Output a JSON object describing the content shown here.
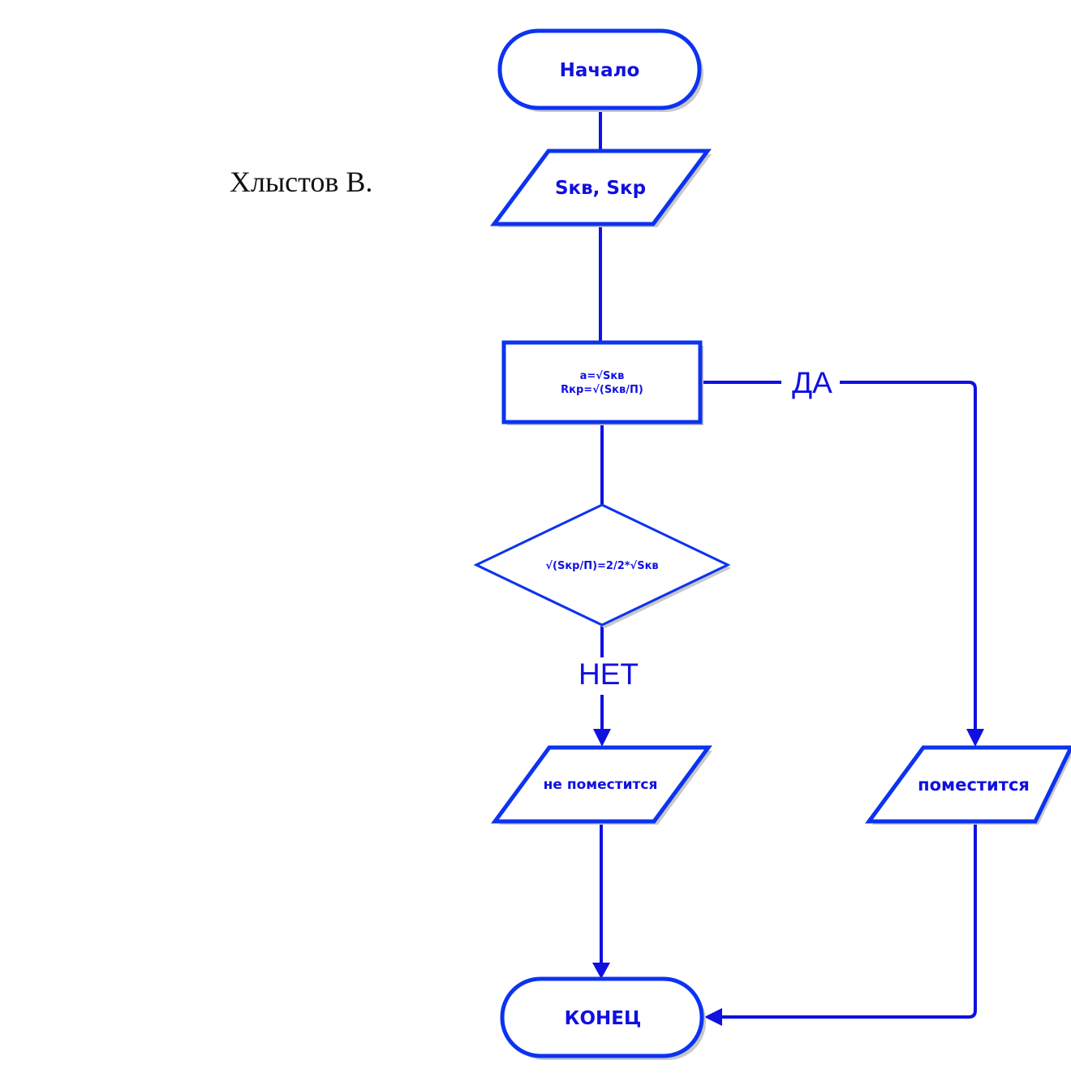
{
  "author": "Хлыстов В.",
  "nodes": {
    "start": "Начало",
    "input": "Sкв, Sкр",
    "process_line1": "a=√Sкв",
    "process_line2": "Rкр=√(Sкв/П)",
    "decision": "√(Sкр/П)=2/2*√Sкв",
    "output_no": "не поместится",
    "output_yes": "поместится",
    "end": "КОНЕЦ"
  },
  "edges": {
    "yes_label": "ДА",
    "no_label": "НЕТ"
  },
  "colors": {
    "shape_stroke": "#0c33f0",
    "text": "#1010e0",
    "shadow": "#c8c8c8"
  }
}
